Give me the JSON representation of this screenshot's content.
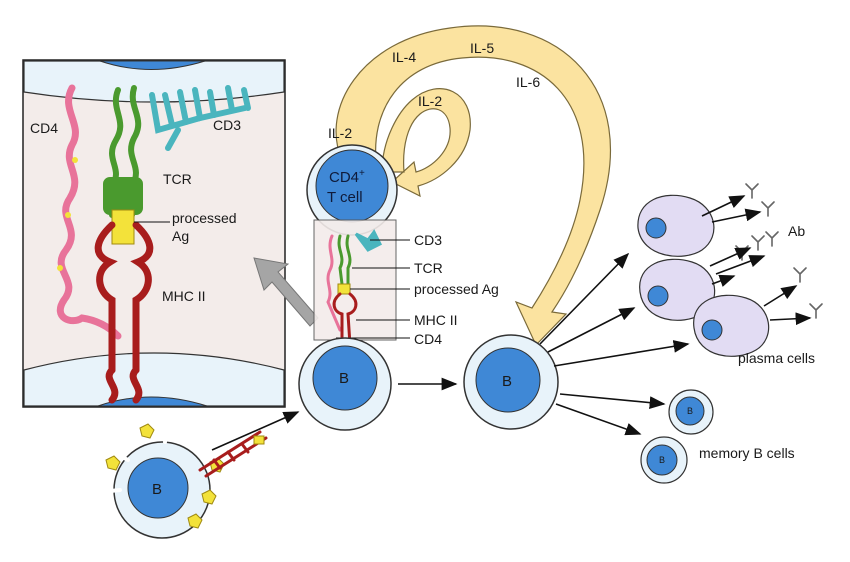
{
  "colors": {
    "cell_membrane": "#e8f3fa",
    "nucleus": "#3f88d6",
    "plasma_cell": "#e2dcf3",
    "cytokine_arrow": "#fbe3a0",
    "mhc": "#a81d1d",
    "tcr": "#4a9a2e",
    "cd4": "#e8739a",
    "cd3": "#4ab5be",
    "antigen": "#f3e23a",
    "inset_bg": "#f3ecea"
  },
  "inset": {
    "cd4": "CD4",
    "cd3": "CD3",
    "tcr": "TCR",
    "processed_ag_line1": "processed",
    "processed_ag_line2": "Ag",
    "mhc2": "MHC II"
  },
  "cytokines": {
    "il4": "IL-4",
    "il5": "IL-5",
    "il6": "IL-6",
    "il2_inner": "IL-2",
    "il2_outer": "IL-2"
  },
  "tcell": {
    "line1": "CD4",
    "sup": "+",
    "line2": "T cell"
  },
  "synapse": {
    "cd3": "CD3",
    "tcr": "TCR",
    "processed_ag": "processed Ag",
    "mhc2": "MHC II",
    "cd4": "CD4"
  },
  "bcells": {
    "naive": "B",
    "activating": "B",
    "activated": "B",
    "memory1": "B",
    "memory2": "B"
  },
  "outputs": {
    "ab": "Ab",
    "plasma_cells": "plasma cells",
    "memory_b_cells": "memory B cells"
  }
}
